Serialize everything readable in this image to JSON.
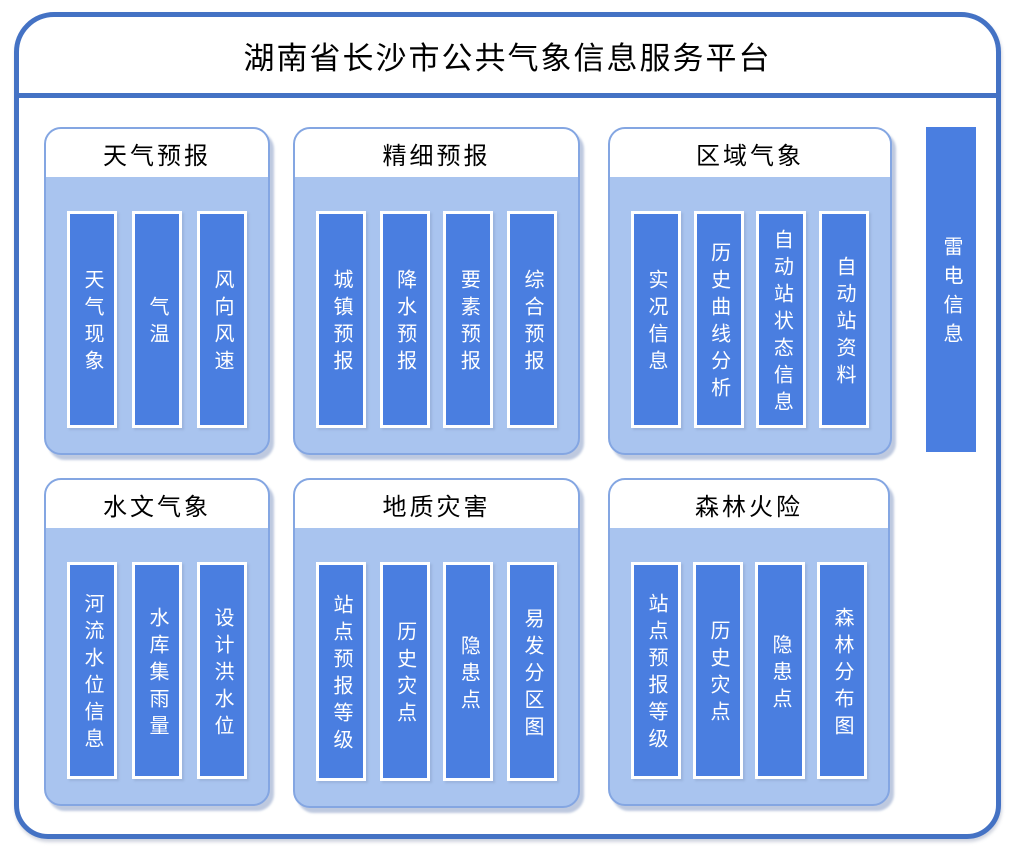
{
  "title": "湖南省长沙市公共气象信息服务平台",
  "colors": {
    "frame_border": "#4472C4",
    "panel_fill": "#A9C4EF",
    "panel_border": "#84A6E2",
    "bar_fill": "#4A7EE0",
    "bar_text": "#FFFFFF",
    "title_text": "#000000"
  },
  "panels": [
    {
      "id": "weather-forecast",
      "title": "天气预报",
      "items": [
        "天气现象",
        "气温",
        "风向风速"
      ]
    },
    {
      "id": "fine-forecast",
      "title": "精细预报",
      "items": [
        "城镇预报",
        "降水预报",
        "要素预报",
        "综合预报"
      ]
    },
    {
      "id": "regional-meteorology",
      "title": "区域气象",
      "items": [
        "实况信息",
        "历史曲线分析",
        "自动站状态信息",
        "自动站资料"
      ]
    },
    {
      "id": "hydro-meteorology",
      "title": "水文气象",
      "items": [
        "河流水位信息",
        "水库集雨量",
        "设计洪水位"
      ]
    },
    {
      "id": "geological-disaster",
      "title": "地质灾害",
      "items": [
        "站点预报等级",
        "历史灾点",
        "隐患点",
        "易发分区图"
      ]
    },
    {
      "id": "forest-fire",
      "title": "森林火险",
      "items": [
        "站点预报等级",
        "历史灾点",
        "隐患点",
        "森林分布图"
      ]
    }
  ],
  "side_bar": {
    "label": "雷电信息"
  }
}
